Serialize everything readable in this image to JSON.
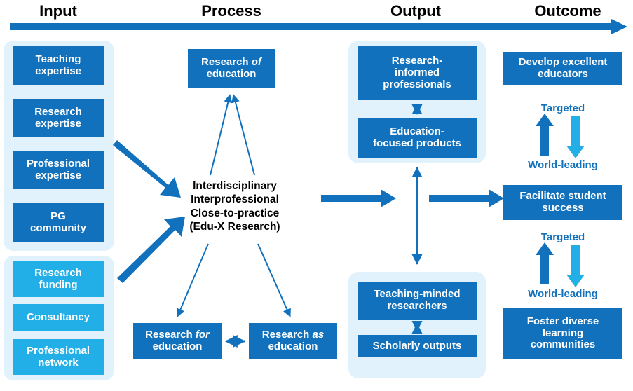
{
  "columns": [
    {
      "label": "Input"
    },
    {
      "label": "Process"
    },
    {
      "label": "Output"
    },
    {
      "label": "Outcome"
    }
  ],
  "input": {
    "group_a": [
      {
        "label": "Teaching\nexpertise",
        "color": "#1171bc"
      },
      {
        "label": "Research\nexpertise",
        "color": "#1171bc"
      },
      {
        "label": "Professional\nexpertise",
        "color": "#1171bc"
      },
      {
        "label": "PG\ncommunity",
        "color": "#1171bc"
      }
    ],
    "group_b": [
      {
        "label": "Research\nfunding",
        "color": "#22afe8"
      },
      {
        "label": "Consultancy",
        "color": "#22afe8"
      },
      {
        "label": "Professional\nnetwork",
        "color": "#22afe8"
      }
    ]
  },
  "process": {
    "research_of": {
      "pre": "Research ",
      "em": "of",
      "post": " education"
    },
    "core": "Interdisciplinary\nInterprofessional\nClose-to-practice\n(Edu-X Research)",
    "research_for": {
      "pre": "Research ",
      "em": "for",
      "post": " education"
    },
    "research_as": {
      "pre": "Research ",
      "em": "as",
      "post": " education"
    }
  },
  "output": {
    "group_top": [
      {
        "label": "Research-\ninformed\nprofessionals"
      },
      {
        "label": "Education-\nfocused products"
      }
    ],
    "group_bottom": [
      {
        "label": "Teaching-minded\nresearchers"
      },
      {
        "label": "Scholarly outputs"
      }
    ]
  },
  "outcome": {
    "boxes": [
      {
        "label": "Develop excellent\neducators"
      },
      {
        "label": "Facilitate student\nsuccess"
      },
      {
        "label": "Foster diverse\nlearning\ncommunities"
      }
    ],
    "pairs": [
      {
        "top_label": "Targeted",
        "bottom_label": "World-leading"
      },
      {
        "top_label": "Targeted",
        "bottom_label": "World-leading"
      }
    ]
  },
  "colors": {
    "dark_blue": "#1171bc",
    "light_blue": "#22afe8",
    "pale_blue": "#e2f2fc",
    "text_dark": "#000000"
  }
}
